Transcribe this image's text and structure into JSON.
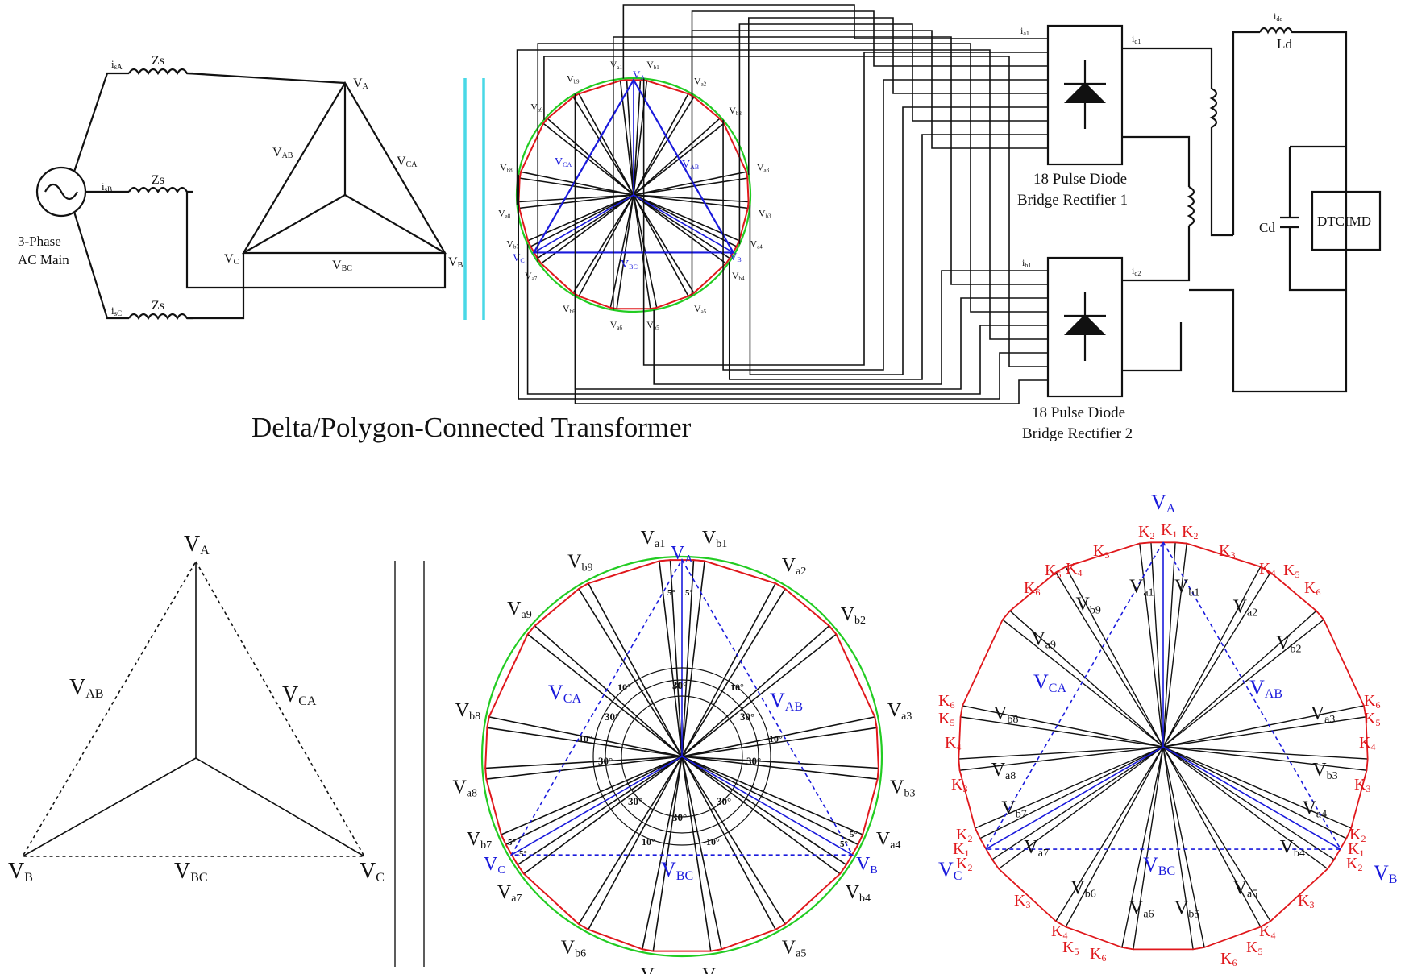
{
  "circuit": {
    "source_label_1": "3-Phase",
    "source_label_2": "AC Main",
    "currents": [
      "i",
      "sA",
      "sB",
      "sC"
    ],
    "impedance": "Zs",
    "delta": {
      "va": "V",
      "va_sub": "A",
      "vb": "V",
      "vb_sub": "B",
      "vc": "V",
      "vc_sub": "C",
      "vab_sub": "AB",
      "vbc_sub": "BC",
      "vca_sub": "CA"
    },
    "transformer_caption": "Delta/Polygon-Connected Transformer",
    "rect1_l1": "18 Pulse Diode",
    "rect1_l2": "Bridge Rectifier 1",
    "rect2_l1": "18 Pulse Diode",
    "rect2_l2": "Bridge Rectifier 2",
    "id1_sub": "d1",
    "id2_sub": "d2",
    "ia1_sub": "a1",
    "ib1_sub": "b1",
    "idc_sub": "dc",
    "ld": "Ld",
    "cd": "Cd",
    "load": "DTCIMD"
  },
  "phasor_labels": {
    "a": [
      "a1",
      "a2",
      "a3",
      "a4",
      "a5",
      "a6",
      "a7",
      "a8",
      "a9"
    ],
    "b": [
      "b1",
      "b2",
      "b3",
      "b4",
      "b5",
      "b6",
      "b7",
      "b8",
      "b9"
    ],
    "k": [
      "1",
      "2",
      "3",
      "4",
      "5",
      "6"
    ]
  },
  "angles": {
    "a": "30°",
    "b": "10°",
    "c": "5°"
  },
  "colors": {
    "wire": "#111111",
    "blue": "#1a1adc",
    "red": "#e0181c",
    "green": "#22cc22",
    "cyan": "#49d8e6"
  }
}
